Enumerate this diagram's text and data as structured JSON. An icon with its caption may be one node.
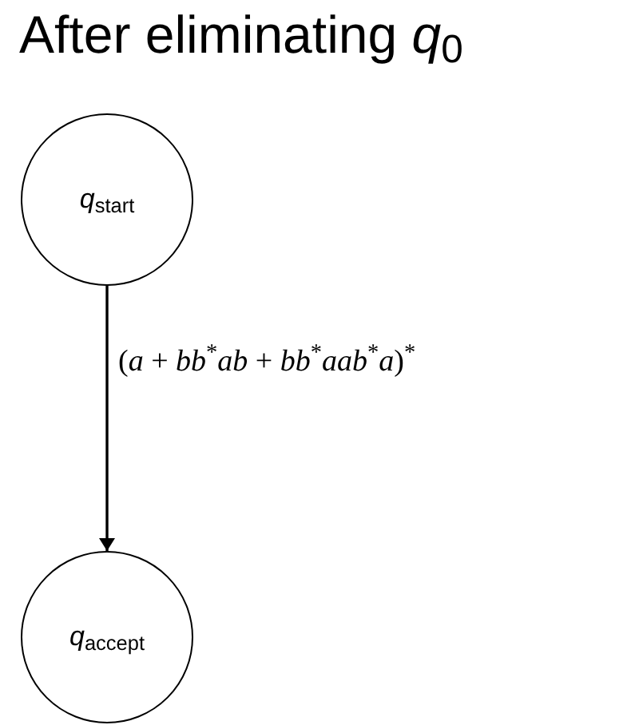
{
  "diagram": {
    "title": "After eliminating *q*$_{0}$",
    "nodes": [
      {
        "text": [
          "*q*$_{start}$"
        ]
      },
      {
        "text": [
          "*q*$_{accept}$"
        ]
      }
    ],
    "edges": [
      {
        "from": 0,
        "to": 1,
        "arrow": "to",
        "label": "(*a* + *bb*$^{*}$*ab* + *bb*$^{*}$*aab*$^{*}$*a*)$^{*}$"
      }
    ]
  }
}
